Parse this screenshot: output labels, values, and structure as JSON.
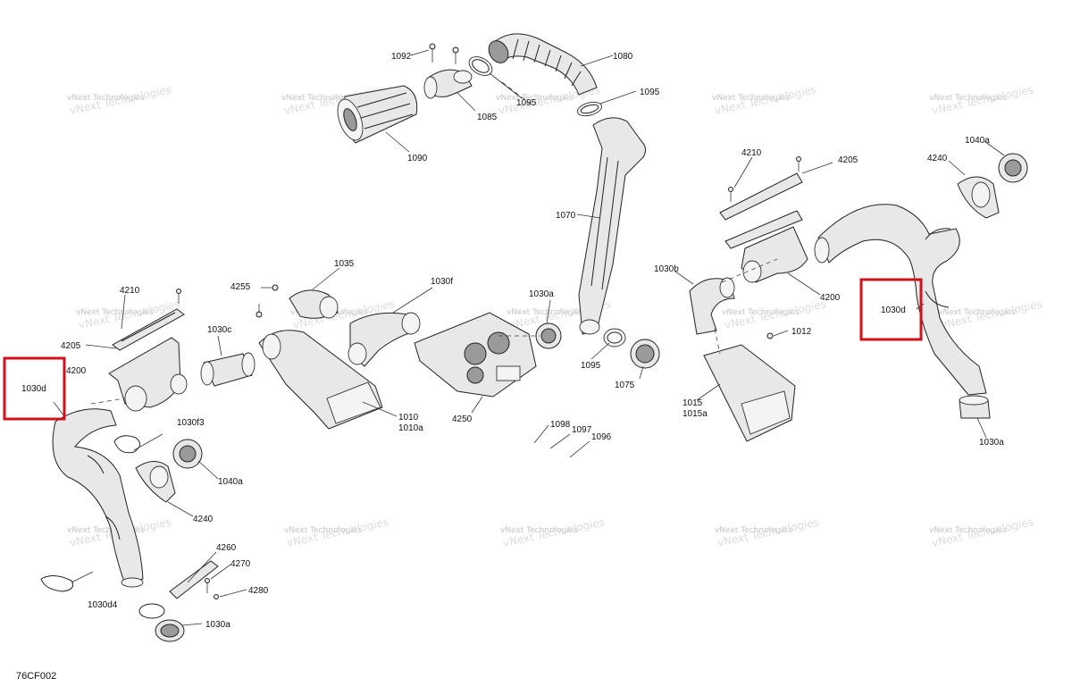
{
  "diagram_code": "76CF002",
  "watermark": [
    "vNext Technologies"
  ],
  "callouts": [
    {
      "id": "c1092",
      "text": "1092"
    },
    {
      "id": "c1085",
      "text": "1085"
    },
    {
      "id": "c1090",
      "text": "1090"
    },
    {
      "id": "c1095a",
      "text": "1095"
    },
    {
      "id": "c1080",
      "text": "1080"
    },
    {
      "id": "c1095b",
      "text": "1095"
    },
    {
      "id": "c1070",
      "text": "1070"
    },
    {
      "id": "c1095c",
      "text": "1095"
    },
    {
      "id": "c1075",
      "text": "1075"
    },
    {
      "id": "c4210a",
      "text": "4210"
    },
    {
      "id": "c4205a",
      "text": "4205"
    },
    {
      "id": "c4200a",
      "text": "4200"
    },
    {
      "id": "c1030d_left",
      "text": "1030d"
    },
    {
      "id": "c1030c",
      "text": "1030c"
    },
    {
      "id": "c4255",
      "text": "4255"
    },
    {
      "id": "c1035",
      "text": "1035"
    },
    {
      "id": "c1030f",
      "text": "1030f"
    },
    {
      "id": "c1030a_mid",
      "text": "1030a"
    },
    {
      "id": "c1010",
      "text": "1010"
    },
    {
      "id": "c1010a",
      "text": "1010a"
    },
    {
      "id": "c4250",
      "text": "4250"
    },
    {
      "id": "c1030f3",
      "text": "1030f3"
    },
    {
      "id": "c1040a_left",
      "text": "1040a"
    },
    {
      "id": "c4240_left",
      "text": "4240"
    },
    {
      "id": "c1098",
      "text": "1098"
    },
    {
      "id": "c1097",
      "text": "1097"
    },
    {
      "id": "c1096",
      "text": "1096"
    },
    {
      "id": "c4260",
      "text": "4260"
    },
    {
      "id": "c4270",
      "text": "4270"
    },
    {
      "id": "c4280",
      "text": "4280"
    },
    {
      "id": "c1030d4",
      "text": "1030d4"
    },
    {
      "id": "c1030a_bot",
      "text": "1030a"
    },
    {
      "id": "c4210b",
      "text": "4210"
    },
    {
      "id": "c4205b",
      "text": "4205"
    },
    {
      "id": "c4240_right",
      "text": "4240"
    },
    {
      "id": "c1040a_right",
      "text": "1040a"
    },
    {
      "id": "c1030b",
      "text": "1030b"
    },
    {
      "id": "c4200b",
      "text": "4200"
    },
    {
      "id": "c1030d_right",
      "text": "1030d"
    },
    {
      "id": "c1012",
      "text": "1012"
    },
    {
      "id": "c1015",
      "text": "1015"
    },
    {
      "id": "c1015a",
      "text": "1015a"
    },
    {
      "id": "c1030a_right",
      "text": "1030a"
    }
  ],
  "highlight_color": "#d0121b"
}
